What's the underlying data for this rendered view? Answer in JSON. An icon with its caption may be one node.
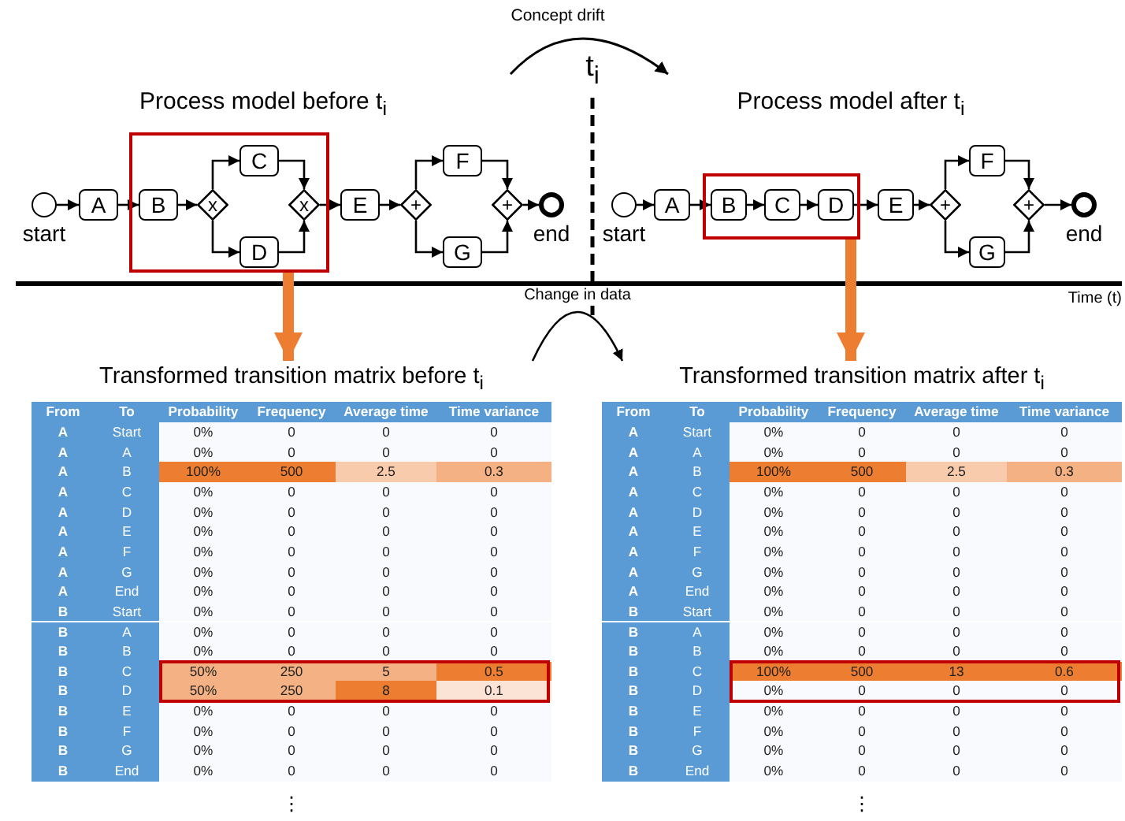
{
  "diagram": {
    "nodes": [
      {
        "text": [],
        "shape": "circle",
        "beside": [
          "start"
        ]
      },
      {
        "text": [
          "A"
        ]
      },
      {
        "text": [],
        "shape": "box"
      },
      {
        "text": [
          "B"
        ],
        "in": 2
      },
      {
        "text": [
          "x"
        ],
        "in": 2
      },
      {
        "text": [
          "C"
        ],
        "in": 2
      },
      {
        "text": [
          "D"
        ],
        "in": 2
      },
      {
        "text": [
          "x"
        ],
        "in": 2
      },
      {
        "text": [
          "E"
        ]
      },
      {
        "text": [
          "+"
        ]
      },
      {
        "text": [
          "F"
        ]
      },
      {
        "text": [
          "G"
        ]
      },
      {
        "text": [
          "+"
        ]
      },
      {
        "text": [],
        "shape": "circle",
        "beside": [
          "end"
        ]
      },
      {
        "text": [],
        "shape": "circle",
        "beside": [
          "start"
        ]
      },
      {
        "text": [
          "A"
        ]
      },
      {
        "text": [],
        "shape": "box"
      },
      {
        "text": [
          "B"
        ],
        "in": 16
      },
      {
        "text": [
          "C"
        ],
        "in": 16
      },
      {
        "text": [
          "D"
        ],
        "in": 16
      },
      {
        "text": [
          "E"
        ]
      },
      {
        "text": [
          "+"
        ]
      },
      {
        "text": [
          "F"
        ]
      },
      {
        "text": [
          "G"
        ]
      },
      {
        "text": [
          "+"
        ]
      },
      {
        "text": [],
        "shape": "circle",
        "beside": [
          "end"
        ]
      },
      {
        "text": [
          "Transformed transition matrix before t$_{i}$"
        ],
        "beside": [
          "⋮"
        ]
      },
      {
        "text": [
          "Transformed transition matrix after t$_{i}$"
        ],
        "beside": [
          "⋮"
        ]
      }
    ],
    "edges": [
      {
        "from": 0,
        "to": 1,
        "arrow": "to"
      },
      {
        "from": 1,
        "to": 3,
        "arrow": "to"
      },
      {
        "from": 3,
        "to": 4,
        "arrow": "to"
      },
      {
        "from": 4,
        "to": 5,
        "arrow": "to"
      },
      {
        "from": 4,
        "to": 6,
        "arrow": "to"
      },
      {
        "from": 5,
        "to": 7,
        "arrow": "to"
      },
      {
        "from": 6,
        "to": 7,
        "arrow": "to"
      },
      {
        "from": 7,
        "to": 8,
        "arrow": "to"
      },
      {
        "from": 8,
        "to": 9,
        "arrow": "to"
      },
      {
        "from": 9,
        "to": 10,
        "arrow": "to"
      },
      {
        "from": 9,
        "to": 11,
        "arrow": "to"
      },
      {
        "from": 10,
        "to": 12,
        "arrow": "to"
      },
      {
        "from": 11,
        "to": 12,
        "arrow": "to"
      },
      {
        "from": 12,
        "to": 13,
        "arrow": "to"
      },
      {
        "from": 14,
        "to": 15,
        "arrow": "to"
      },
      {
        "from": 15,
        "to": 17,
        "arrow": "to"
      },
      {
        "from": 17,
        "to": 18,
        "arrow": "to"
      },
      {
        "from": 18,
        "to": 19,
        "arrow": "to"
      },
      {
        "from": 19,
        "to": 20,
        "arrow": "to"
      },
      {
        "from": 20,
        "to": 21,
        "arrow": "to"
      },
      {
        "from": 21,
        "to": 22,
        "arrow": "to"
      },
      {
        "from": 21,
        "to": 23,
        "arrow": "to"
      },
      {
        "from": 22,
        "to": 24,
        "arrow": "to"
      },
      {
        "from": 23,
        "to": 24,
        "arrow": "to"
      },
      {
        "from": 24,
        "to": 25,
        "arrow": "to"
      },
      {
        "from": 2,
        "to": 26,
        "arrow": "to",
        "style": "thick",
        "color": "#ed7d31"
      },
      {
        "from": 16,
        "to": 27,
        "arrow": "to",
        "style": "thick",
        "color": "#ed7d31"
      },
      {
        "from": 26,
        "to": 27,
        "arrow": "to",
        "label": "Change in data"
      }
    ],
    "labels": [
      "Concept drift",
      "t$_{i}$",
      "Process model before t$_{i}$",
      "Process model after t$_{i}$",
      "Time (t)",
      "From",
      "To",
      "Probability",
      "Frequency",
      "Average time",
      "Time variance",
      "A",
      "Start",
      "0%",
      "0",
      "0",
      "0",
      "A",
      "A",
      "0%",
      "0",
      "0",
      "0",
      "A",
      "B",
      "100%",
      "500",
      "2.5",
      "0.3",
      "A",
      "C",
      "0%",
      "0",
      "0",
      "0",
      "A",
      "D",
      "0%",
      "0",
      "0",
      "0",
      "A",
      "E",
      "0%",
      "0",
      "0",
      "0",
      "A",
      "F",
      "0%",
      "0",
      "0",
      "0",
      "A",
      "G",
      "0%",
      "0",
      "0",
      "0",
      "A",
      "End",
      "0%",
      "0",
      "0",
      "0",
      "B",
      "Start",
      "0%",
      "0",
      "0",
      "0",
      "B",
      "A",
      "0%",
      "0",
      "0",
      "0",
      "B",
      "B",
      "0%",
      "0",
      "0",
      "0",
      "B",
      "C",
      "50%",
      "250",
      "5",
      "0.5",
      "B",
      "D",
      "50%",
      "250",
      "8",
      "0.1",
      "B",
      "E",
      "0%",
      "0",
      "0",
      "0",
      "B",
      "F",
      "0%",
      "0",
      "0",
      "0",
      "B",
      "G",
      "0%",
      "0",
      "0",
      "0",
      "B",
      "End",
      "0%",
      "0",
      "0",
      "0",
      "From",
      "To",
      "Probability",
      "Frequency",
      "Average time",
      "Time variance",
      "A",
      "Start",
      "0%",
      "0",
      "0",
      "0",
      "A",
      "A",
      "0%",
      "0",
      "0",
      "0",
      "A",
      "B",
      "100%",
      "500",
      "2.5",
      "0.3",
      "A",
      "C",
      "0%",
      "0",
      "0",
      "0",
      "A",
      "D",
      "0%",
      "0",
      "0",
      "0",
      "A",
      "E",
      "0%",
      "0",
      "0",
      "0",
      "A",
      "F",
      "0%",
      "0",
      "0",
      "0",
      "A",
      "G",
      "0%",
      "0",
      "0",
      "0",
      "A",
      "End",
      "0%",
      "0",
      "0",
      "0",
      "B",
      "Start",
      "0%",
      "0",
      "0",
      "0",
      "B",
      "A",
      "0%",
      "0",
      "0",
      "0",
      "B",
      "B",
      "0%",
      "0",
      "0",
      "0",
      "B",
      "C",
      "100%",
      "500",
      "13",
      "0.6",
      "B",
      "D",
      "0%",
      "0",
      "0",
      "0",
      "B",
      "E",
      "0%",
      "0",
      "0",
      "0",
      "B",
      "F",
      "0%",
      "0",
      "0",
      "0",
      "B",
      "G",
      "0%",
      "0",
      "0",
      "0",
      "B",
      "End",
      "0%",
      "0",
      "0",
      "0"
    ]
  }
}
